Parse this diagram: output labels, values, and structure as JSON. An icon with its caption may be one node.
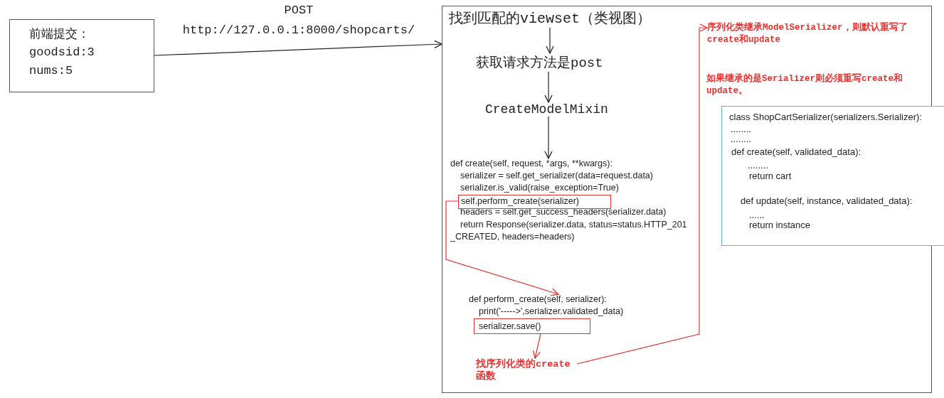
{
  "diagram": {
    "nodes": [
      {
        "text": [
          "前端提交：",
          "goodsid:3",
          "nums:5"
        ]
      },
      {
        "text": [],
        "shape": "box"
      },
      {
        "text": [
          "找到匹配的viewset（类视图）"
        ],
        "in": 1
      },
      {
        "text": [
          "获取请求方法是post"
        ],
        "in": 1
      },
      {
        "text": [
          "CreateModelMixin"
        ],
        "in": 1
      },
      {
        "text": [
          "def create(self, request, *args, **kwargs):",
          "serializer = self.get_serializer(data=request.data)",
          "serializer.is_valid(raise_exception=True)",
          "headers = self.get_success_headers(serializer.data)",
          "return Response(serializer.data, status=status.HTTP_201 _CREATED, headers=headers)"
        ],
        "in": 1
      },
      {
        "text": [
          "self.perform_create(serializer)"
        ],
        "in": 5
      },
      {
        "text": [
          "def perform_create(self, serializer):",
          "print('----->',serializer.validated_data)"
        ],
        "in": 1
      },
      {
        "text": [
          "serializer.save()"
        ],
        "in": 7
      },
      {
        "text": [
          "找序列化类的create函数"
        ],
        "in": 1
      },
      {
        "text": [
          "序列化类继承ModelSerializer，则默认重写了create和update"
        ],
        "in": 1
      },
      {
        "text": [
          "class ShopCartSerializer(serializers.Serializer):",
          "........",
          "........",
          "def create(self, validated_data):",
          "........",
          "return cart",
          "def update(self, instance, validated_data):",
          "......",
          "return instance"
        ],
        "in": 1
      }
    ],
    "edges": [
      {
        "from": 0,
        "to": 1,
        "arrow": "to",
        "label": "POST http://127.0.0.1:8000/shopcarts/"
      },
      {
        "from": 2,
        "to": 3,
        "arrow": "to"
      },
      {
        "from": 3,
        "to": 4,
        "arrow": "to"
      },
      {
        "from": 4,
        "to": 5,
        "arrow": "to"
      },
      {
        "from": 6,
        "to": 7,
        "arrow": "to",
        "color": "#e8312f"
      },
      {
        "from": 8,
        "to": 9,
        "arrow": "to",
        "color": "#e8312f"
      },
      {
        "from": 9,
        "to": 10,
        "arrow": "to",
        "color": "#e8312f"
      }
    ],
    "labels": [
      "如果继承的是Serializer则必须重写create和update。"
    ]
  }
}
